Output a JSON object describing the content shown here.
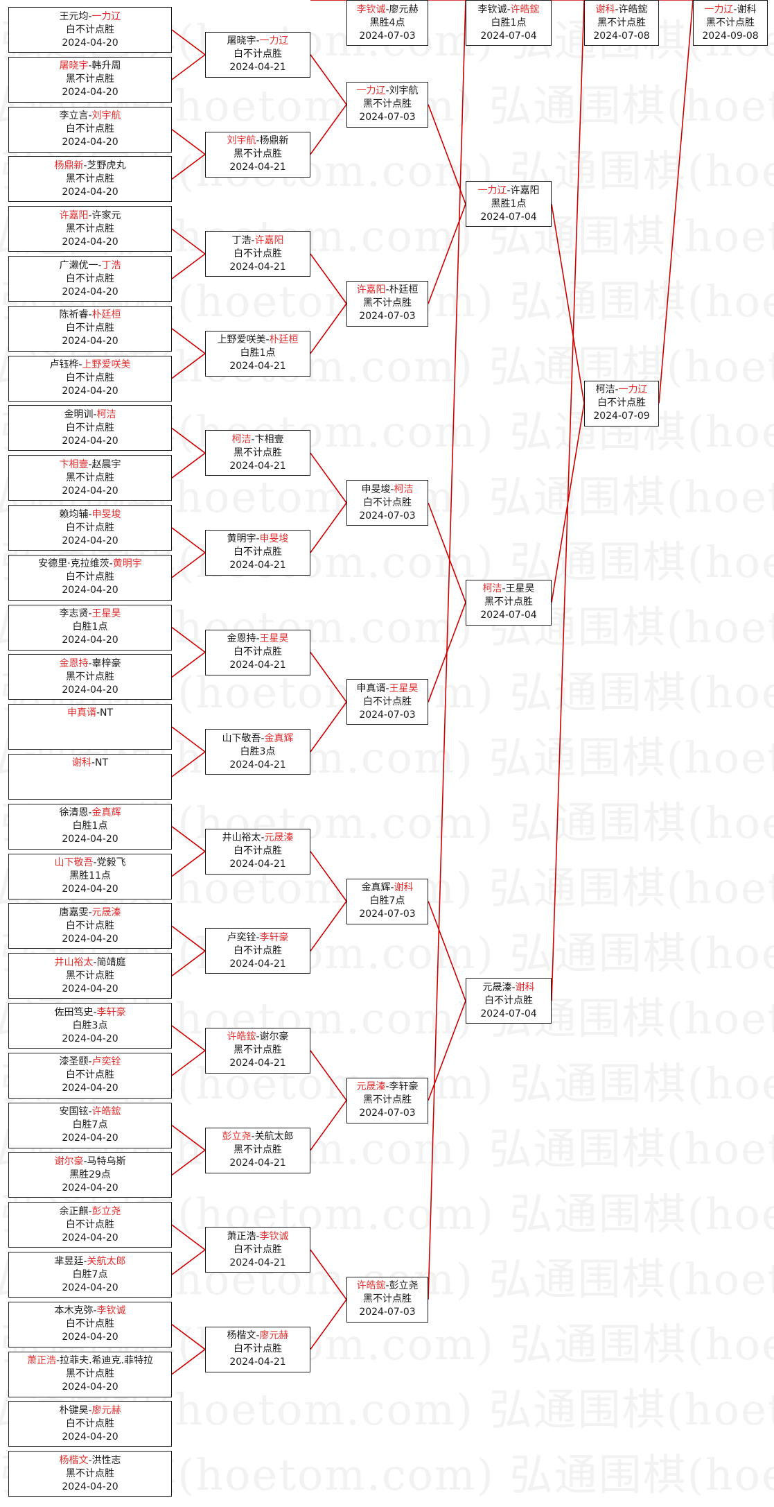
{
  "watermark": "弘通围棋(hoetom.com) 弘通围棋(hoetom.com)",
  "colors": {
    "winner": "#e22d2d",
    "line": "#cc0000",
    "border": "#1a1a1a"
  },
  "rounds": [
    [
      {
        "p1": "王元均",
        "p2": "一力辽",
        "winner": 2,
        "result": "白不计点胜",
        "date": "2024-04-20"
      },
      {
        "p1": "屠晓宇",
        "p2": "韩升周",
        "winner": 1,
        "result": "黑不计点胜",
        "date": "2024-04-20"
      },
      {
        "p1": "李立言",
        "p2": "刘宇航",
        "winner": 2,
        "result": "白不计点胜",
        "date": "2024-04-20"
      },
      {
        "p1": "杨鼎新",
        "p2": "芝野虎丸",
        "winner": 1,
        "result": "黑不计点胜",
        "date": "2024-04-20"
      },
      {
        "p1": "许嘉阳",
        "p2": "许家元",
        "winner": 1,
        "result": "黑不计点胜",
        "date": "2024-04-20"
      },
      {
        "p1": "广濑优一",
        "p2": "丁浩",
        "winner": 2,
        "result": "白不计点胜",
        "date": "2024-04-20"
      },
      {
        "p1": "陈祈睿",
        "p2": "朴廷桓",
        "winner": 2,
        "result": "白不计点胜",
        "date": "2024-04-20"
      },
      {
        "p1": "卢钰桦",
        "p2": "上野爱咲美",
        "winner": 2,
        "result": "白不计点胜",
        "date": "2024-04-20"
      },
      {
        "p1": "金明训",
        "p2": "柯洁",
        "winner": 2,
        "result": "白不计点胜",
        "date": "2024-04-20"
      },
      {
        "p1": "卞相壹",
        "p2": "赵晨宇",
        "winner": 1,
        "result": "黑不计点胜",
        "date": "2024-04-20"
      },
      {
        "p1": "赖均辅",
        "p2": "申旻埈",
        "winner": 2,
        "result": "白不计点胜",
        "date": "2024-04-20"
      },
      {
        "p1": "安德里·克拉维茨",
        "p2": "黄明宇",
        "winner": 2,
        "result": "白不计点胜",
        "date": "2024-04-20"
      },
      {
        "p1": "李志贤",
        "p2": "王星昊",
        "winner": 2,
        "result": "白胜1点",
        "date": "2024-04-20"
      },
      {
        "p1": "金恩持",
        "p2": "辜梓豪",
        "winner": 1,
        "result": "黑不计点胜",
        "date": "2024-04-20"
      },
      {
        "p1": "申真谞",
        "p2": "NT",
        "winner": 1,
        "result": "",
        "date": ""
      },
      {
        "p1": "谢科",
        "p2": "NT",
        "winner": 1,
        "result": "",
        "date": ""
      },
      {
        "p1": "徐清恩",
        "p2": "金真辉",
        "winner": 2,
        "result": "白胜1点",
        "date": "2024-04-20"
      },
      {
        "p1": "山下敬吾",
        "p2": "党毅飞",
        "winner": 1,
        "result": "黑胜11点",
        "date": "2024-04-20"
      },
      {
        "p1": "唐嘉雯",
        "p2": "元晟溱",
        "winner": 2,
        "result": "白不计点胜",
        "date": "2024-04-20"
      },
      {
        "p1": "井山裕太",
        "p2": "简靖庭",
        "winner": 1,
        "result": "黑不计点胜",
        "date": "2024-04-20"
      },
      {
        "p1": "佐田笃史",
        "p2": "李轩豪",
        "winner": 2,
        "result": "白胜3点",
        "date": "2024-04-20"
      },
      {
        "p1": "漆圣颐",
        "p2": "卢奕铨",
        "winner": 2,
        "result": "白不计点胜",
        "date": "2024-04-20"
      },
      {
        "p1": "安国铉",
        "p2": "许皓鋐",
        "winner": 2,
        "result": "白胜7点",
        "date": "2024-04-20"
      },
      {
        "p1": "谢尔豪",
        "p2": "马特乌斯",
        "winner": 1,
        "result": "黑胜29点",
        "date": "2024-04-20"
      },
      {
        "p1": "余正麒",
        "p2": "彭立尧",
        "winner": 2,
        "result": "白不计点胜",
        "date": "2024-04-20"
      },
      {
        "p1": "芈昱廷",
        "p2": "关航太郎",
        "winner": 2,
        "result": "白胜7点",
        "date": "2024-04-20"
      },
      {
        "p1": "本木克弥",
        "p2": "李钦诚",
        "winner": 2,
        "result": "白不计点胜",
        "date": "2024-04-20"
      },
      {
        "p1": "萧正浩",
        "p2": "拉菲夫.希迪克.菲特拉",
        "winner": 1,
        "result": "黑不计点胜",
        "date": "2024-04-20"
      },
      {
        "p1": "朴键昊",
        "p2": "廖元赫",
        "winner": 2,
        "result": "白不计点胜",
        "date": "2024-04-20"
      },
      {
        "p1": "杨楷文",
        "p2": "洪性志",
        "winner": 1,
        "result": "黑不计点胜",
        "date": "2024-04-20"
      }
    ],
    [
      {
        "p1": "屠晓宇",
        "p2": "一力辽",
        "winner": 2,
        "result": "白不计点胜",
        "date": "2024-04-21"
      },
      {
        "p1": "刘宇航",
        "p2": "杨鼎新",
        "winner": 1,
        "result": "黑不计点胜",
        "date": "2024-04-21"
      },
      {
        "p1": "丁浩",
        "p2": "许嘉阳",
        "winner": 2,
        "result": "白不计点胜",
        "date": "2024-04-21"
      },
      {
        "p1": "上野爱咲美",
        "p2": "朴廷桓",
        "winner": 2,
        "result": "白胜1点",
        "date": "2024-04-21"
      },
      {
        "p1": "柯洁",
        "p2": "卞相壹",
        "winner": 1,
        "result": "黑不计点胜",
        "date": "2024-04-21"
      },
      {
        "p1": "黄明宇",
        "p2": "申旻埈",
        "winner": 2,
        "result": "白不计点胜",
        "date": "2024-04-21"
      },
      {
        "p1": "金恩持",
        "p2": "王星昊",
        "winner": 2,
        "result": "白不计点胜",
        "date": "2024-04-21"
      },
      {
        "p1": "山下敬吾",
        "p2": "金真辉",
        "winner": 2,
        "result": "白胜3点",
        "date": "2024-04-21"
      },
      {
        "p1": "井山裕太",
        "p2": "元晟溱",
        "winner": 2,
        "result": "白不计点胜",
        "date": "2024-04-21"
      },
      {
        "p1": "卢奕铨",
        "p2": "李轩豪",
        "winner": 2,
        "result": "白不计点胜",
        "date": "2024-04-21"
      },
      {
        "p1": "许皓鋐",
        "p2": "谢尔豪",
        "winner": 1,
        "result": "黑不计点胜",
        "date": "2024-04-21"
      },
      {
        "p1": "彭立尧",
        "p2": "关航太郎",
        "winner": 1,
        "result": "黑不计点胜",
        "date": "2024-04-21"
      },
      {
        "p1": "萧正浩",
        "p2": "李钦诚",
        "winner": 2,
        "result": "白不计点胜",
        "date": "2024-04-21"
      },
      {
        "p1": "杨楷文",
        "p2": "廖元赫",
        "winner": 2,
        "result": "白不计点胜",
        "date": "2024-04-21"
      }
    ],
    [
      {
        "p1": "一力辽",
        "p2": "刘宇航",
        "winner": 1,
        "result": "黑不计点胜",
        "date": "2024-07-03"
      },
      {
        "p1": "许嘉阳",
        "p2": "朴廷桓",
        "winner": 1,
        "result": "黑不计点胜",
        "date": "2024-07-03"
      },
      {
        "p1": "申旻埈",
        "p2": "柯洁",
        "winner": 2,
        "result": "白不计点胜",
        "date": "2024-07-03"
      },
      {
        "p1": "申真谞",
        "p2": "王星昊",
        "winner": 2,
        "result": "白不计点胜",
        "date": "2024-07-03"
      },
      {
        "p1": "金真辉",
        "p2": "谢科",
        "winner": 2,
        "result": "白胜7点",
        "date": "2024-07-03"
      },
      {
        "p1": "元晟溱",
        "p2": "李轩豪",
        "winner": 1,
        "result": "黑不计点胜",
        "date": "2024-07-03"
      },
      {
        "p1": "许皓鋐",
        "p2": "彭立尧",
        "winner": 1,
        "result": "黑不计点胜",
        "date": "2024-07-03"
      },
      {
        "p1": "李钦诚",
        "p2": "廖元赫",
        "winner": 1,
        "result": "黑胜4点",
        "date": "2024-07-03"
      }
    ],
    [
      {
        "p1": "一力辽",
        "p2": "许嘉阳",
        "winner": 1,
        "result": "黑胜1点",
        "date": "2024-07-04"
      },
      {
        "p1": "柯洁",
        "p2": "王星昊",
        "winner": 1,
        "result": "黑不计点胜",
        "date": "2024-07-04"
      },
      {
        "p1": "元晟溱",
        "p2": "谢科",
        "winner": 2,
        "result": "白不计点胜",
        "date": "2024-07-04"
      },
      {
        "p1": "李钦诚",
        "p2": "许皓鋐",
        "winner": 2,
        "result": "白胜1点",
        "date": "2024-07-04"
      }
    ],
    [
      {
        "p1": "柯洁",
        "p2": "一力辽",
        "winner": 2,
        "result": "白不计点胜",
        "date": "2024-07-09"
      },
      {
        "p1": "谢科",
        "p2": "许皓鋐",
        "winner": 1,
        "result": "黑不计点胜",
        "date": "2024-07-08"
      }
    ],
    [
      {
        "p1": "一力辽",
        "p2": "谢科",
        "winner": 1,
        "result": "黑不计点胜",
        "date": "2024-09-08"
      }
    ]
  ]
}
